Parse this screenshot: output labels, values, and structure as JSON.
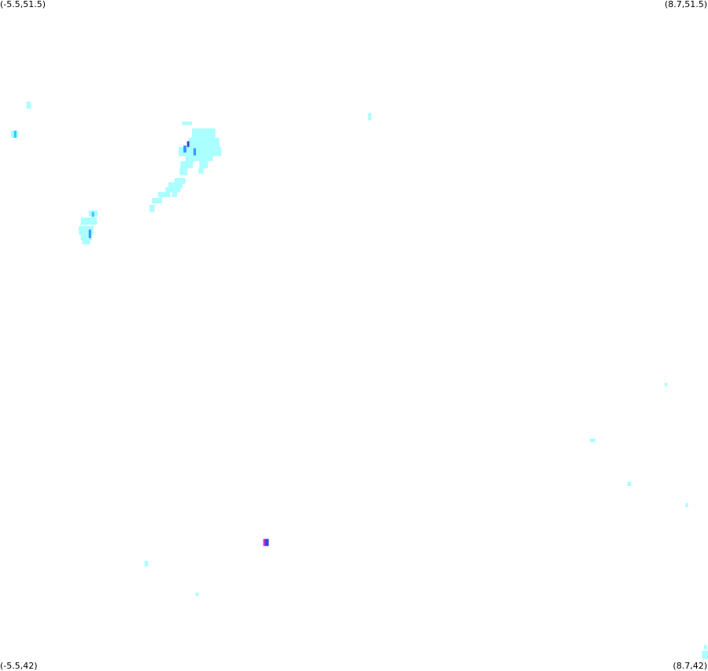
{
  "corners": {
    "top_left": "(-5.5,51.5)",
    "top_right": "(8.7,51.5)",
    "bottom_left": "(-5.5,42)",
    "bottom_right": "(8.7,42)"
  },
  "bounds": {
    "lon_min": -5.5,
    "lon_max": 8.7,
    "lat_min": 42,
    "lat_max": 51.5
  },
  "intensity_colors": {
    "low": "#aaffff",
    "medium": "#33ccff",
    "high": "#3399ff",
    "peak": "#3344dd",
    "extreme": "#cc33cc"
  },
  "cells": [
    {
      "lon": -4.97,
      "lat": 50.06,
      "w": 0.09,
      "h": 0.1,
      "level": "low"
    },
    {
      "lon": -5.28,
      "lat": 49.65,
      "w": 0.14,
      "h": 0.1,
      "level": "low"
    },
    {
      "lon": -5.22,
      "lat": 49.65,
      "w": 0.05,
      "h": 0.1,
      "level": "medium"
    },
    {
      "lon": 1.88,
      "lat": 49.9,
      "w": 0.07,
      "h": 0.1,
      "level": "low"
    },
    {
      "lon": -1.85,
      "lat": 49.78,
      "w": 0.2,
      "h": 0.05,
      "level": "low"
    },
    {
      "lon": -1.65,
      "lat": 49.68,
      "w": 0.47,
      "h": 0.13,
      "level": "low"
    },
    {
      "lon": -1.72,
      "lat": 49.55,
      "w": 0.62,
      "h": 0.13,
      "level": "low"
    },
    {
      "lon": -1.78,
      "lat": 49.42,
      "w": 0.72,
      "h": 0.13,
      "level": "low"
    },
    {
      "lon": -1.92,
      "lat": 49.42,
      "w": 0.14,
      "h": 0.13,
      "level": "low"
    },
    {
      "lon": -1.78,
      "lat": 49.32,
      "w": 0.55,
      "h": 0.1,
      "level": "low"
    },
    {
      "lon": -1.88,
      "lat": 49.22,
      "w": 0.25,
      "h": 0.1,
      "level": "low"
    },
    {
      "lon": -1.5,
      "lat": 49.22,
      "w": 0.17,
      "h": 0.1,
      "level": "low"
    },
    {
      "lon": -1.9,
      "lat": 49.12,
      "w": 0.16,
      "h": 0.1,
      "level": "low"
    },
    {
      "lon": -1.52,
      "lat": 49.12,
      "w": 0.1,
      "h": 0.08,
      "level": "low"
    },
    {
      "lon": -1.82,
      "lat": 49.44,
      "w": 0.06,
      "h": 0.1,
      "level": "high"
    },
    {
      "lon": -1.75,
      "lat": 49.5,
      "w": 0.04,
      "h": 0.08,
      "level": "peak"
    },
    {
      "lon": -1.62,
      "lat": 49.4,
      "w": 0.05,
      "h": 0.1,
      "level": "high"
    },
    {
      "lon": -2.0,
      "lat": 48.98,
      "w": 0.22,
      "h": 0.08,
      "level": "low"
    },
    {
      "lon": -2.12,
      "lat": 48.92,
      "w": 0.28,
      "h": 0.08,
      "level": "low"
    },
    {
      "lon": -2.18,
      "lat": 48.85,
      "w": 0.3,
      "h": 0.07,
      "level": "low"
    },
    {
      "lon": -2.05,
      "lat": 48.78,
      "w": 0.1,
      "h": 0.07,
      "level": "low"
    },
    {
      "lon": -2.33,
      "lat": 48.78,
      "w": 0.25,
      "h": 0.07,
      "level": "low"
    },
    {
      "lon": -2.45,
      "lat": 48.7,
      "w": 0.2,
      "h": 0.08,
      "level": "low"
    },
    {
      "lon": -2.5,
      "lat": 48.6,
      "w": 0.1,
      "h": 0.1,
      "level": "low"
    },
    {
      "lon": -3.72,
      "lat": 48.52,
      "w": 0.18,
      "h": 0.08,
      "level": "low"
    },
    {
      "lon": -3.88,
      "lat": 48.42,
      "w": 0.32,
      "h": 0.1,
      "level": "low"
    },
    {
      "lon": -3.92,
      "lat": 48.3,
      "w": 0.3,
      "h": 0.12,
      "level": "low"
    },
    {
      "lon": -3.88,
      "lat": 48.2,
      "w": 0.22,
      "h": 0.1,
      "level": "low"
    },
    {
      "lon": -3.85,
      "lat": 48.12,
      "w": 0.16,
      "h": 0.08,
      "level": "low"
    },
    {
      "lon": -3.66,
      "lat": 48.5,
      "w": 0.05,
      "h": 0.07,
      "level": "medium"
    },
    {
      "lon": -3.72,
      "lat": 48.25,
      "w": 0.04,
      "h": 0.12,
      "level": "high"
    },
    {
      "lon": 7.83,
      "lat": 46.08,
      "w": 0.05,
      "h": 0.05,
      "level": "low"
    },
    {
      "lon": 6.33,
      "lat": 45.29,
      "w": 0.11,
      "h": 0.05,
      "level": "low"
    },
    {
      "lon": 7.08,
      "lat": 44.68,
      "w": 0.08,
      "h": 0.06,
      "level": "low"
    },
    {
      "lon": 8.25,
      "lat": 44.38,
      "w": 0.05,
      "h": 0.06,
      "level": "low"
    },
    {
      "lon": -0.22,
      "lat": 43.87,
      "w": 0.04,
      "h": 0.1,
      "level": "extreme"
    },
    {
      "lon": -0.18,
      "lat": 43.87,
      "w": 0.07,
      "h": 0.1,
      "level": "peak"
    },
    {
      "lon": -2.6,
      "lat": 43.56,
      "w": 0.07,
      "h": 0.08,
      "level": "low"
    },
    {
      "lon": -1.58,
      "lat": 43.11,
      "w": 0.06,
      "h": 0.05,
      "level": "low"
    },
    {
      "lon": 8.58,
      "lat": 42.29,
      "w": 0.12,
      "h": 0.12,
      "level": "low"
    },
    {
      "lon": 8.62,
      "lat": 42.37,
      "w": 0.06,
      "h": 0.06,
      "level": "low"
    }
  ]
}
